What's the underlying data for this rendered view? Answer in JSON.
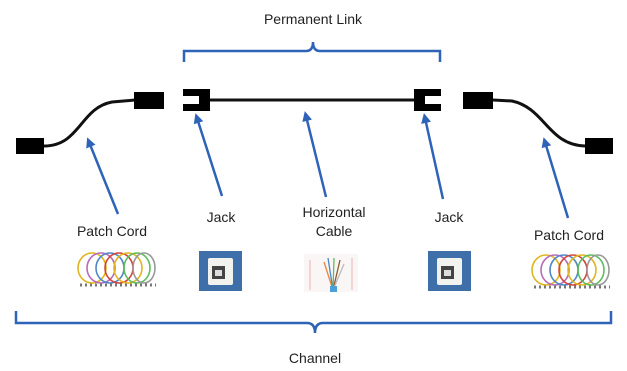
{
  "labels": {
    "permanent_link": "Permanent Link",
    "channel": "Channel",
    "patch_cord_left": "Patch Cord",
    "jack_left": "Jack",
    "horizontal_line1": "Horizontal",
    "horizontal_line2": "Cable",
    "jack_right": "Jack",
    "patch_cord_right": "Patch Cord"
  },
  "colors": {
    "bracket": "#2e63b8",
    "arrow": "#2e63b8",
    "cable": "#111111",
    "text": "#222222",
    "jack_tile": "#3f6fa8"
  },
  "icons": [
    "patch-cord-photo-icon",
    "jack-photo-icon",
    "horizontal-cable-photo-icon"
  ]
}
